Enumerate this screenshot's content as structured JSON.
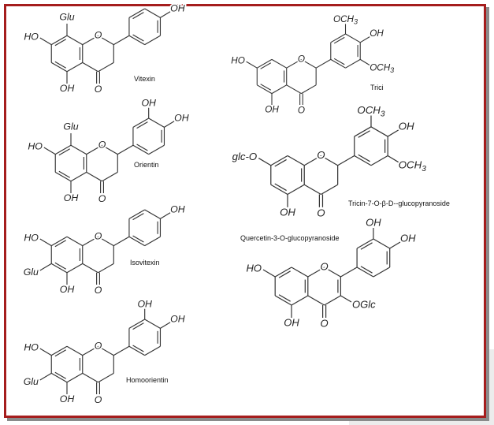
{
  "structures": [
    {
      "name": "Vitexin",
      "atoms": [
        "Glu",
        "HO",
        "OH",
        "O",
        "O",
        "OH"
      ]
    },
    {
      "name": "Orientin",
      "atoms": [
        "Glu",
        "HO",
        "OH",
        "O",
        "O",
        "OH",
        "OH"
      ]
    },
    {
      "name": "Isovitexin",
      "atoms": [
        "HO",
        "Glu",
        "OH",
        "O",
        "O",
        "OH"
      ]
    },
    {
      "name": "Homoorientin",
      "atoms": [
        "HO",
        "Glu",
        "OH",
        "O",
        "O",
        "OH",
        "OH"
      ]
    },
    {
      "name": "Trici",
      "atoms": [
        "HO",
        "OH",
        "O",
        "O",
        "OCH3",
        "OH",
        "OCH3"
      ]
    },
    {
      "name": "Tricin-7-O-β-D--glucopyranoside",
      "atoms": [
        "glc-O",
        "OH",
        "O",
        "O",
        "OCH3",
        "OH",
        "OCH3"
      ]
    },
    {
      "name": "Quercetin-3-O-glucopyranoside",
      "atoms": [
        "HO",
        "OH",
        "O",
        "O",
        "OGlc",
        "OH",
        "OH"
      ]
    }
  ]
}
